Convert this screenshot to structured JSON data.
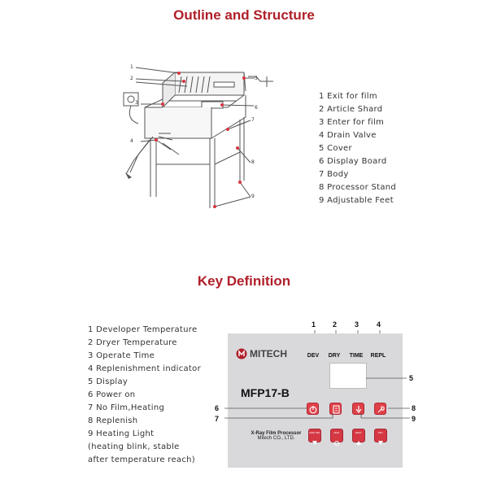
{
  "outline": {
    "title": "Outline and Structure",
    "legend": [
      "1  Exit for film",
      "2 Article Shard",
      "3 Enter for film",
      "4 Drain Valve",
      "5 Cover",
      "6 Display Board",
      "7 Body",
      "8 Processor Stand",
      "9 Adjustable Feet"
    ],
    "callouts": [
      "1",
      "2",
      "3",
      "4",
      "5",
      "6",
      "7",
      "8",
      "9"
    ]
  },
  "keys": {
    "title": "Key  Definition",
    "legend": [
      "1 Developer Temperature",
      "2 Dryer Temperature",
      "3 Operate Time",
      "4 Replenishment indicator",
      "5 Display",
      "6 Power on",
      "7 No Film,Heating",
      "8 Replenish",
      "9 Heating Light",
      "(heating blink, stable",
      " after temperature reach)"
    ],
    "panel": {
      "brand": "MITECH",
      "model": "MFP17-B",
      "subtitle_line1": "X-Ray Film Processor",
      "subtitle_line2": "Mitech CO., LTD.",
      "columns": [
        "DEV",
        "DRY",
        "TIME",
        "REPL"
      ],
      "column_numbers": [
        "1",
        "2",
        "3",
        "4"
      ],
      "bottom_keys": [
        "DISP SET",
        "MAN",
        "REPL",
        "DRY"
      ],
      "callouts": {
        "display": "5",
        "power": "6",
        "no_film": "7",
        "replenish": "8",
        "heating_light": "9"
      }
    },
    "accent_color": "#b01f29",
    "key_color": "#e04048"
  }
}
